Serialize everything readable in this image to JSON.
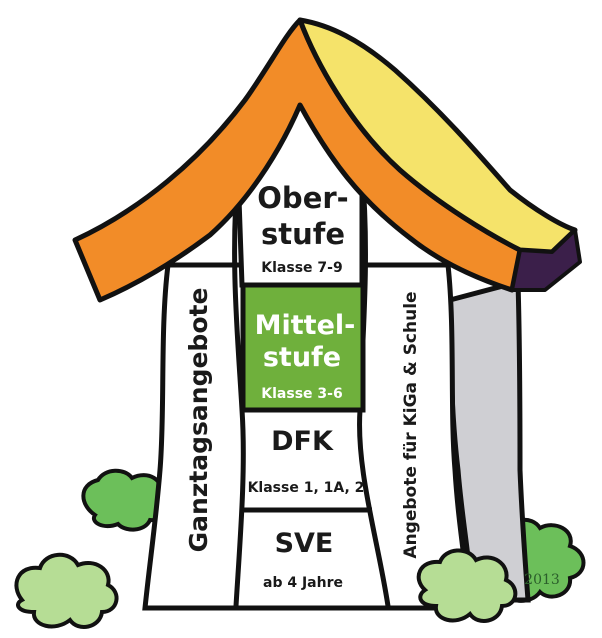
{
  "diagram": {
    "sections": [
      {
        "title_line1": "Ober-",
        "title_line2": "stufe",
        "subtitle": "Klasse 7-9"
      },
      {
        "title_line1": "Mittel-",
        "title_line2": "stufe",
        "subtitle": "Klasse 3-6"
      },
      {
        "title": "DFK",
        "subtitle": "Klasse 1, 1A, 2"
      },
      {
        "title": "SVE",
        "subtitle": "ab 4 Jahre"
      }
    ],
    "left_pillar": "Ganztagsangebote",
    "right_pillar": "Angebote für KiGa & Schule",
    "year": "2013"
  },
  "colors": {
    "roof_front": "#f28c28",
    "roof_side": "#f5e36a",
    "roof_edge": "#3b1f4a",
    "side_wall": "#cfcfd3",
    "middle_section": "#6fb03c",
    "bush": "#6cbf5a",
    "bush_light": "#b6dd95",
    "outline": "#111111"
  }
}
